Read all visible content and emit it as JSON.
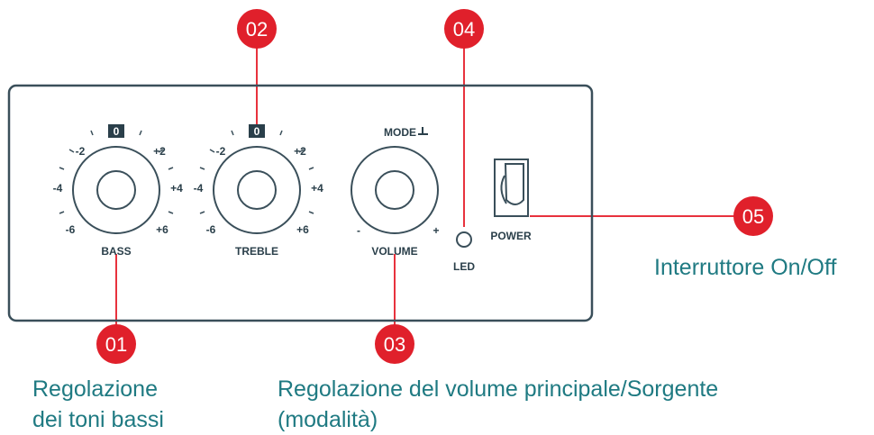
{
  "colors": {
    "panel_stroke": "#3a4f5a",
    "leader": "#e8323d",
    "badge": "#e0202b",
    "caption": "#1f7a82",
    "label": "#2a3f4a"
  },
  "badges": [
    {
      "id": "01",
      "text": "01"
    },
    {
      "id": "02",
      "text": "02"
    },
    {
      "id": "03",
      "text": "03"
    },
    {
      "id": "04",
      "text": "04"
    },
    {
      "id": "05",
      "text": "05"
    }
  ],
  "knobs": {
    "bass": {
      "name": "BASS",
      "zero": "0",
      "ticks": [
        "-2",
        "+2",
        "-4",
        "+4",
        "-6",
        "+6"
      ]
    },
    "treble": {
      "name": "TREBLE",
      "zero": "0",
      "ticks": [
        "-2",
        "+2",
        "-4",
        "+4",
        "-6",
        "+6"
      ]
    },
    "volume": {
      "name": "VOLUME",
      "mode": "MODE",
      "minus": "-",
      "plus": "+"
    }
  },
  "led": {
    "label": "LED"
  },
  "power": {
    "label": "POWER"
  },
  "captions": {
    "c01_line1": "Regolazione",
    "c01_line2": "dei toni bassi",
    "c03_line1": "Regolazione del volume principale/Sorgente",
    "c03_line2": "(modalità)",
    "c05": "Interruttore On/Off"
  }
}
